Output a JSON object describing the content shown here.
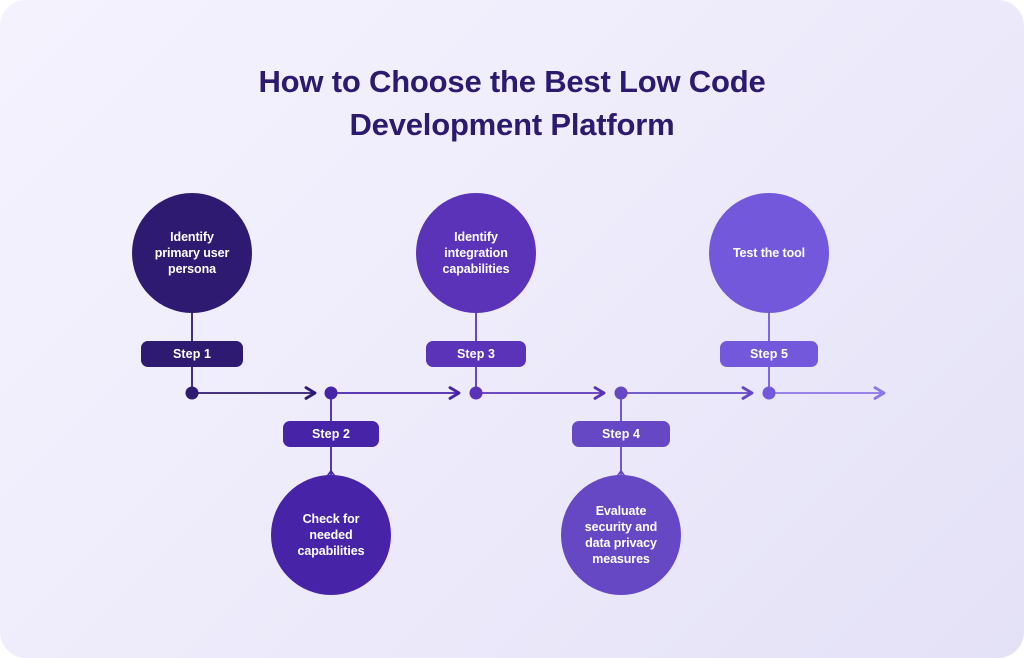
{
  "title": {
    "line1": "How to Choose the Best Low Code",
    "line2": "Development Platform"
  },
  "colors": {
    "background_start": "#f4f2fd",
    "background_end": "#e4e1f7",
    "title": "#2b1a6e",
    "step1": "#2e1a70",
    "step2": "#4723a8",
    "step3": "#5b33b8",
    "step4": "#6647c4",
    "step5": "#7358dc",
    "label_text": "#ffffff"
  },
  "timeline": {
    "orientation": "horizontal",
    "arrow_count": 5,
    "dot_count": 5
  },
  "steps": [
    {
      "id": "step-1",
      "badge": "Step 1",
      "text": "Identify primary user persona",
      "text_lines": [
        "Identify",
        "primary user",
        "persona"
      ],
      "position": "above",
      "color": "#2e1a70"
    },
    {
      "id": "step-2",
      "badge": "Step 2",
      "text": "Check for needed capabilities",
      "text_lines": [
        "Check for",
        "needed",
        "capabilities"
      ],
      "position": "below",
      "color": "#4723a8"
    },
    {
      "id": "step-3",
      "badge": "Step 3",
      "text": "Identify integration capabilities",
      "text_lines": [
        "Identify",
        "integration",
        "capabilities"
      ],
      "position": "above",
      "color": "#5b33b8"
    },
    {
      "id": "step-4",
      "badge": "Step 4",
      "text": "Evaluate security and data privacy measures",
      "text_lines": [
        "Evaluate",
        "security and",
        "data privacy",
        "measures"
      ],
      "position": "below",
      "color": "#6647c4"
    },
    {
      "id": "step-5",
      "badge": "Step 5",
      "text": "Test the tool",
      "text_lines": [
        "Test the tool"
      ],
      "position": "above",
      "color": "#7358dc"
    }
  ]
}
